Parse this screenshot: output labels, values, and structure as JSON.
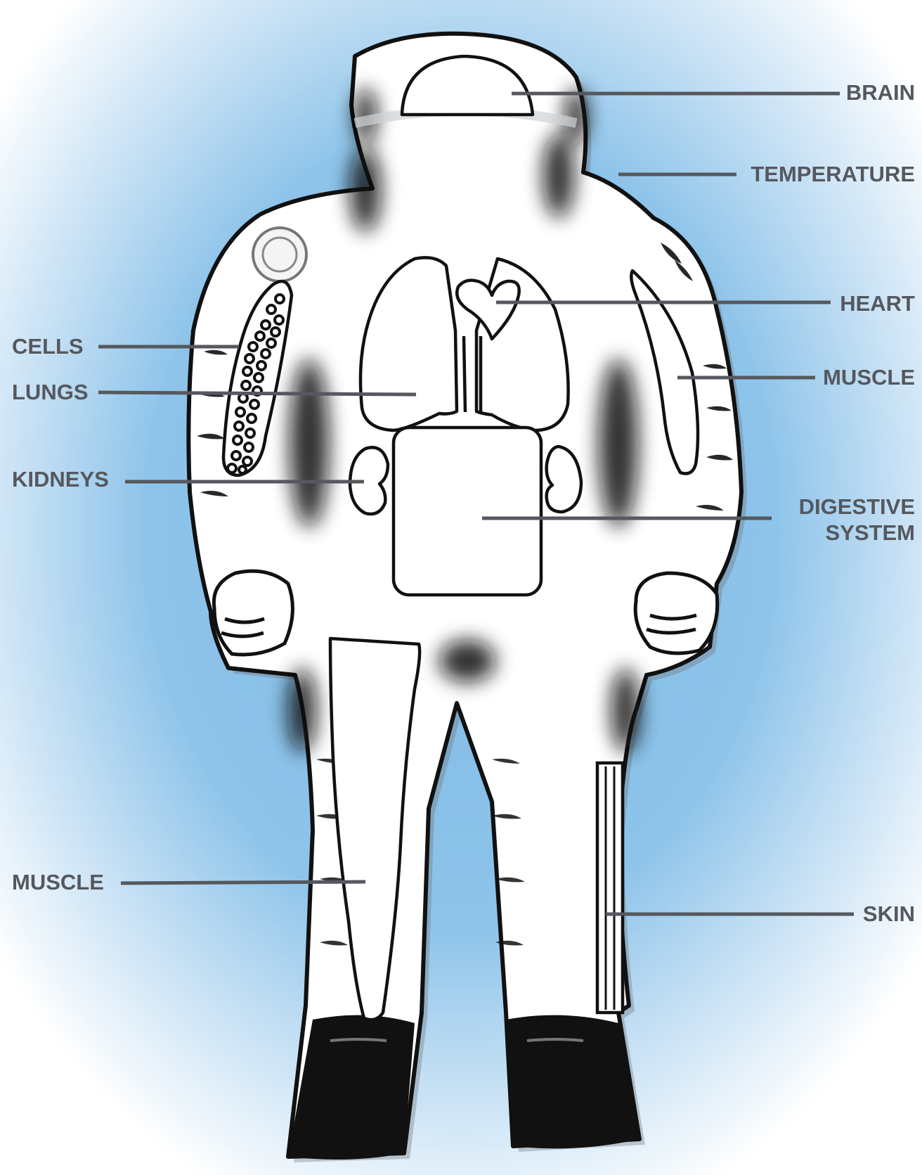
{
  "labels": {
    "brain": "BRAIN",
    "temperature": "TEMPERATURE",
    "heart": "HEART",
    "cells": "CELLS",
    "lungs": "LUNGS",
    "muscle_arm": "MUSCLE",
    "kidneys": "KIDNEYS",
    "digestive_line1": "DIGESTIVE",
    "digestive_line2": "SYSTEM",
    "muscle_leg": "MUSCLE",
    "skin": "SKIN"
  },
  "colors": {
    "background_center": "#86bde6",
    "background_edge": "#ffffff",
    "label_text": "#55585d",
    "outline": "#111111",
    "suit": "#ffffff"
  },
  "icons": {
    "figure": "astronaut-spacesuit"
  }
}
